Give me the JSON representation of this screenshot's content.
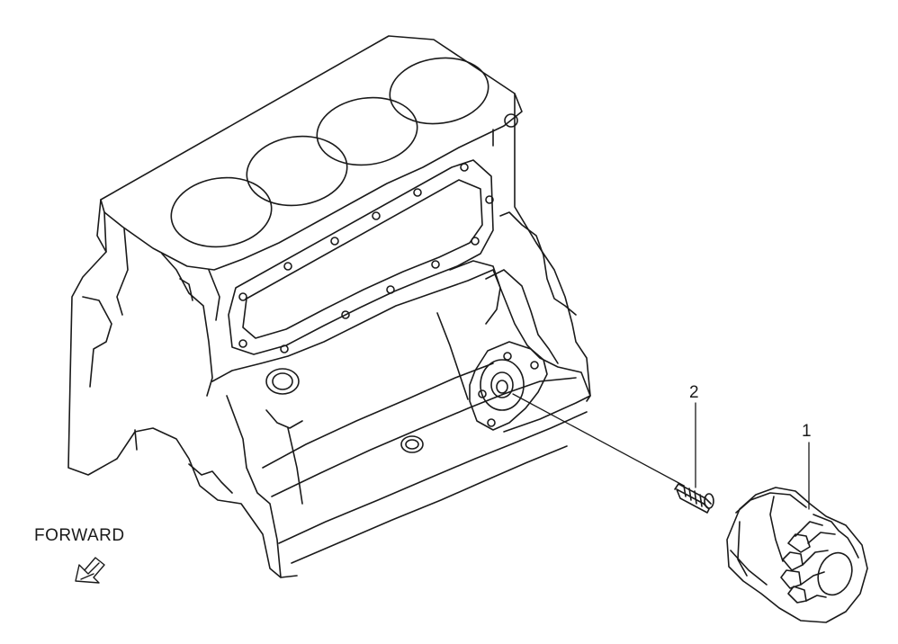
{
  "diagram": {
    "callouts": {
      "part_1": "1",
      "part_2": "2"
    },
    "direction_label": "FORWARD",
    "direction_icon": "arrow-down-left-icon",
    "colors": {
      "line": "#1a1a1a",
      "paper": "#ffffff"
    }
  }
}
